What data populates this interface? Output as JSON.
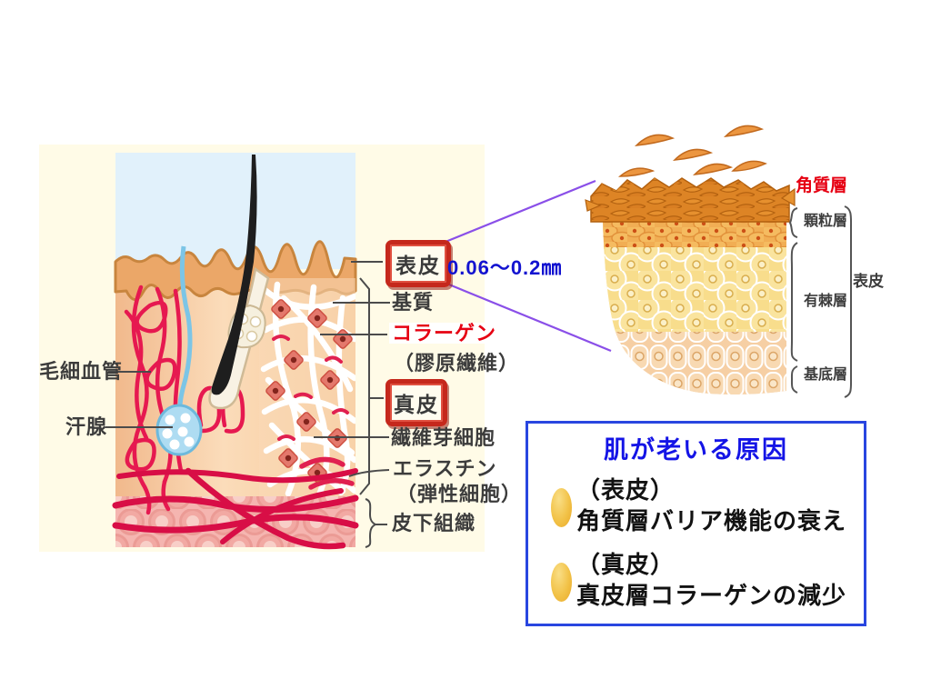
{
  "skin_panel": {
    "labels": {
      "capillary": "毛細血管",
      "sweat_gland": "汗腺",
      "epidermis": "表皮",
      "measurement": "0.06～0.2㎜",
      "matrix": "基質",
      "collagen": "コラーゲン",
      "collagen_sub": "（膠原繊維）",
      "dermis": "真皮",
      "fibroblast": "繊維芽細胞",
      "elastin": "エラスチン",
      "elastin_sub": "（弾性細胞）",
      "subcutaneous": "皮下組織"
    }
  },
  "zoom_panel": {
    "labels": {
      "corneum": "角質層",
      "granular": "顆粒層",
      "spinous": "有棘層",
      "basal": "基底層",
      "epidermis": "表皮"
    }
  },
  "info_box": {
    "title": "肌が老いる原因",
    "items": [
      {
        "heading": "（表皮）",
        "text": "角質層バリア機能の衰え"
      },
      {
        "heading": "（真皮）",
        "text": "真皮層コラーゲンの減少"
      }
    ]
  },
  "colors": {
    "accent_red": "#E60012",
    "measure_blue": "#1313D0",
    "info_title_blue": "#1414E6",
    "info_border_blue": "#2946E0",
    "key_box_red": "#C5281C",
    "zoom_line_purple": "#8A4FE8",
    "bullet_yellow": "#F2C248",
    "panel_cream": "#FFFBE7"
  }
}
